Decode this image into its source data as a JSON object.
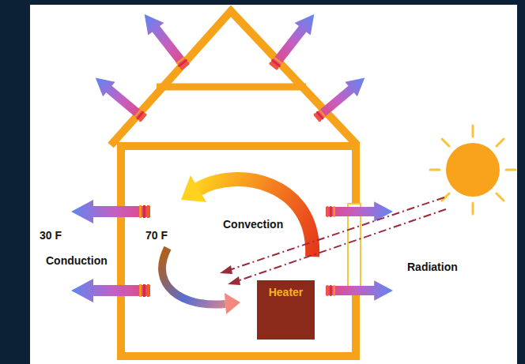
{
  "diagram": {
    "nodes": [
      {
        "text": [
          "Heater"
        ]
      }
    ],
    "labels": [
      "30 F",
      "70 F",
      "Convection",
      "Conduction",
      "Radiation"
    ]
  }
}
